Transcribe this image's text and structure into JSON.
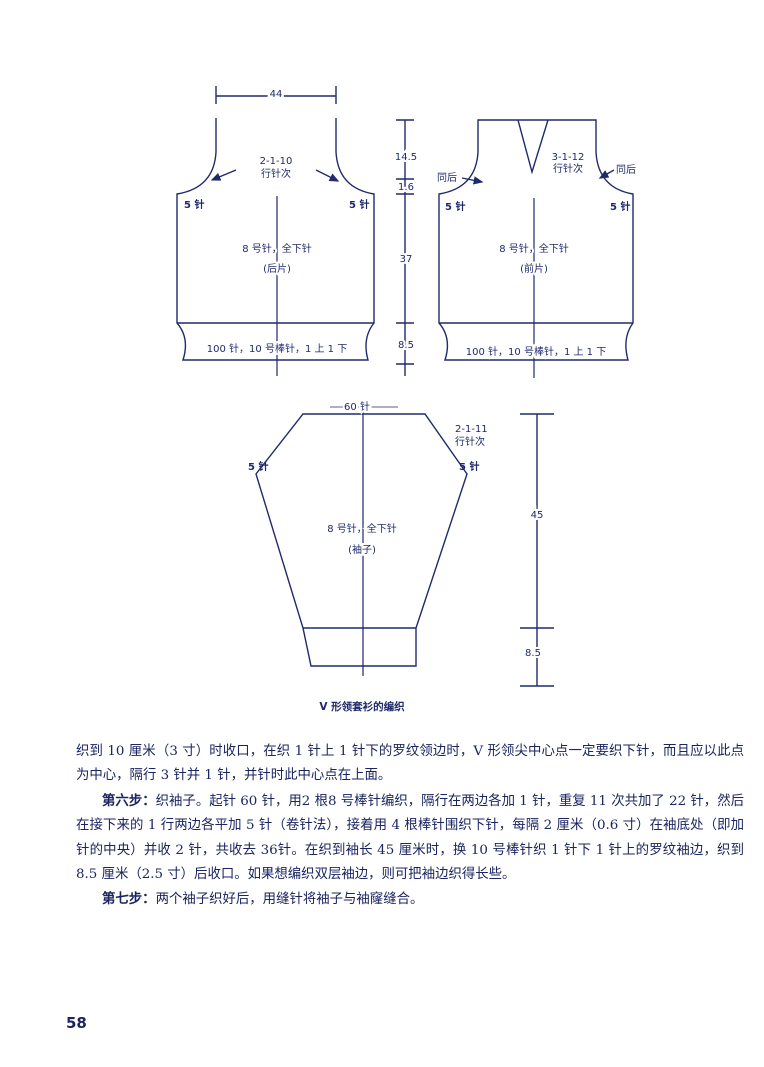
{
  "back_piece": {
    "width_label": "44",
    "decrease_rule": "2-1-10",
    "decrease_unit": "行针次",
    "left_stitches": "5 针",
    "right_stitches": "5 针",
    "needle_label": "8 号针，全下针",
    "piece_name": "(后片)",
    "ribbing_label": "100 针，10 号棒针，1 上 1 下"
  },
  "dimensions_body": {
    "neck_height": "14.5",
    "shoulder_height": "1.6",
    "body_height": "37",
    "ribbing_height": "8.5"
  },
  "front_piece": {
    "decrease_rule": "3-1-12",
    "decrease_unit": "行针次",
    "same_as_back_left": "同后",
    "same_as_back_right": "同后",
    "left_stitches": "5 针",
    "right_stitches": "5 针",
    "needle_label": "8 号针，全下针",
    "piece_name": "(前片)",
    "ribbing_label": "100 针，10 号棒针，1 上 1 下"
  },
  "sleeve": {
    "top_label": "60 针",
    "increase_rule": "2-1-11",
    "increase_unit": "行针次",
    "left_stitches": "5 针",
    "right_stitches": "5 针",
    "needle_label": "8 号针，全下针",
    "piece_name": "(袖子)",
    "length": "45",
    "cuff_height": "8.5"
  },
  "caption": "V 形领套衫的编织",
  "paragraphs": {
    "p1": "织到 10 厘米（3 寸）时收口，在织 1 针上 1 针下的罗纹领边时，V 形领尖中心点一定要织下针，而且应以此点为中心，隔行 3 针并 1 针，并针时此中心点在上面。",
    "p2_step": "第六步：",
    "p2": "织袖子。起针 60 针，用2 根8 号棒针编织，隔行在两边各加 1 针，重复 11 次共加了 22 针，然后在接下来的 1 行两边各平加 5 针（卷针法），接着用 4 根棒针围织下针，每隔 2 厘米（0.6 寸）在袖底处（即加针的中央）并收 2 针，共收去 36针。在织到袖长 45 厘米时，换 10 号棒针织 1 针下 1 针上的罗纹袖边，织到 8.5 厘米（2.5 寸）后收口。如果想编织双层袖边，则可把袖边织得长些。",
    "p3_step": "第七步：",
    "p3": "两个袖子织好后，用缝针将袖子与袖窿缝合。"
  },
  "page_number": "58",
  "colors": {
    "ink": "#1f2a6b",
    "paper": "#ffffff"
  }
}
